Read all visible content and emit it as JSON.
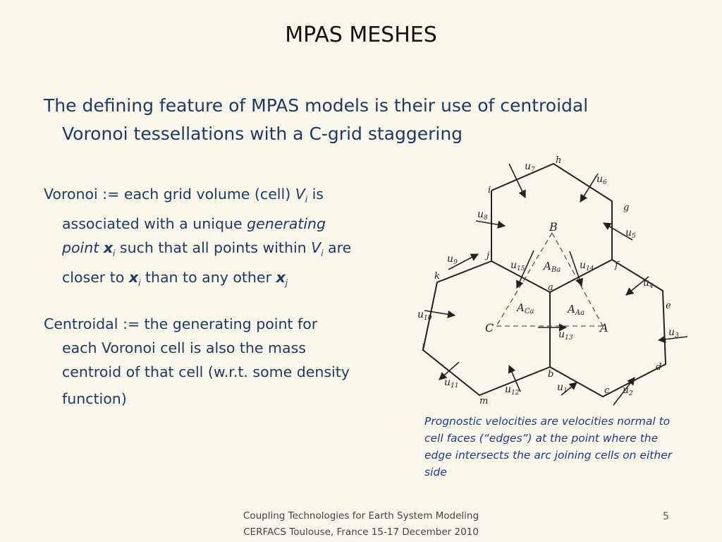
{
  "title": "MPAS MESHES",
  "lead": {
    "line1": "The defining feature of MPAS models is their use of centroidal",
    "line2": "Voronoi tessellations with a C-grid staggering"
  },
  "voronoi": {
    "t1": "Voronoi := each grid volume (cell) ",
    "V": "V",
    "i": "i",
    "t2": " is",
    "t3": "associated with a unique ",
    "t4": "generating",
    "t5": "point ",
    "x": "x",
    "t6": " such that all points within ",
    "t7": " are",
    "t8": "closer to ",
    "t9": " than to any other ",
    "j": "j"
  },
  "centroidal": {
    "line1": "Centroidal := the generating point for",
    "line2": "each Voronoi cell is also the mass",
    "line3": "centroid of that cell (w.r.t. some density",
    "line4": "function)"
  },
  "caption": "Prognostic velocities are velocities normal to cell faces (“edges”) at the point where the edge intersects the arc joining cells on either side",
  "footer": {
    "line1": "Coupling Technologies for Earth System Modeling",
    "line2": "CERFACS Toulouse, France 15-17 December 2010"
  },
  "page_number": "5",
  "diagram": {
    "vertices": [
      "h",
      "g",
      "f",
      "e",
      "d",
      "c",
      "b",
      "m",
      "l",
      "k",
      "j",
      "i",
      "a"
    ],
    "cells": [
      "B",
      "C",
      "A"
    ],
    "velocities": [
      {
        "u": "u",
        "n": "7"
      },
      {
        "u": "u",
        "n": "6"
      },
      {
        "u": "u",
        "n": "5"
      },
      {
        "u": "u",
        "n": "4"
      },
      {
        "u": "u",
        "n": "3"
      },
      {
        "u": "u",
        "n": "2"
      },
      {
        "u": "u",
        "n": "1"
      },
      {
        "u": "u",
        "n": "12"
      },
      {
        "u": "u",
        "n": "11"
      },
      {
        "u": "u",
        "n": "10"
      },
      {
        "u": "u",
        "n": "9"
      },
      {
        "u": "u",
        "n": "8"
      },
      {
        "u": "u",
        "n": "15"
      },
      {
        "u": "u",
        "n": "14"
      },
      {
        "u": "u",
        "n": "13"
      }
    ],
    "areas": [
      {
        "A": "A",
        "sub": "Ba"
      },
      {
        "A": "A",
        "sub": "Ca"
      },
      {
        "A": "A",
        "sub": "Aa"
      }
    ]
  }
}
